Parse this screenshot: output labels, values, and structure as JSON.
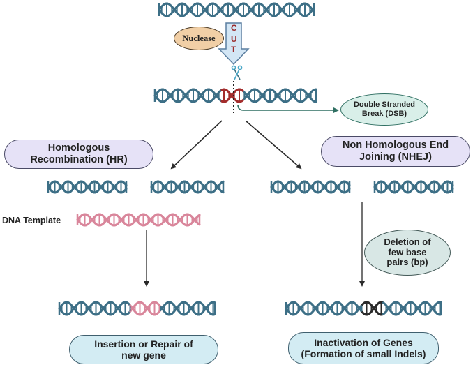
{
  "diagram": {
    "nuclease_label": "Nuclease",
    "cut_letters": [
      "C",
      "U",
      "T"
    ],
    "dsb_label_line1": "Double Stranded",
    "dsb_label_line2": "Break (DSB)",
    "hr_label_line1": "Homologous",
    "hr_label_line2": "Recombination (HR)",
    "nhej_label_line1": "Non Homologous End",
    "nhej_label_line2": "Joining  (NHEJ)",
    "dna_template_label": "DNA Template",
    "deletion_label_line1": "Deletion of",
    "deletion_label_line2": "few base",
    "deletion_label_line3": "pairs (bp)",
    "hr_result_line1": "Insertion or Repair of",
    "hr_result_line2": "new gene",
    "nhej_result_line1": "Inactivation of Genes",
    "nhej_result_line2": "(Formation of small Indels)"
  },
  "colors": {
    "dna": "#3d6f86",
    "template_dna": "#d9869b",
    "cut_region": "#a32c2c",
    "indel_region": "#2b2b2b",
    "arrow": "#2a2a2a",
    "dsb_connector": "#2f6f62",
    "cut_arrow_fill": "#d3e6f5",
    "cut_arrow_stroke": "#5b7fa0",
    "scissors": "#4aa8c8"
  }
}
